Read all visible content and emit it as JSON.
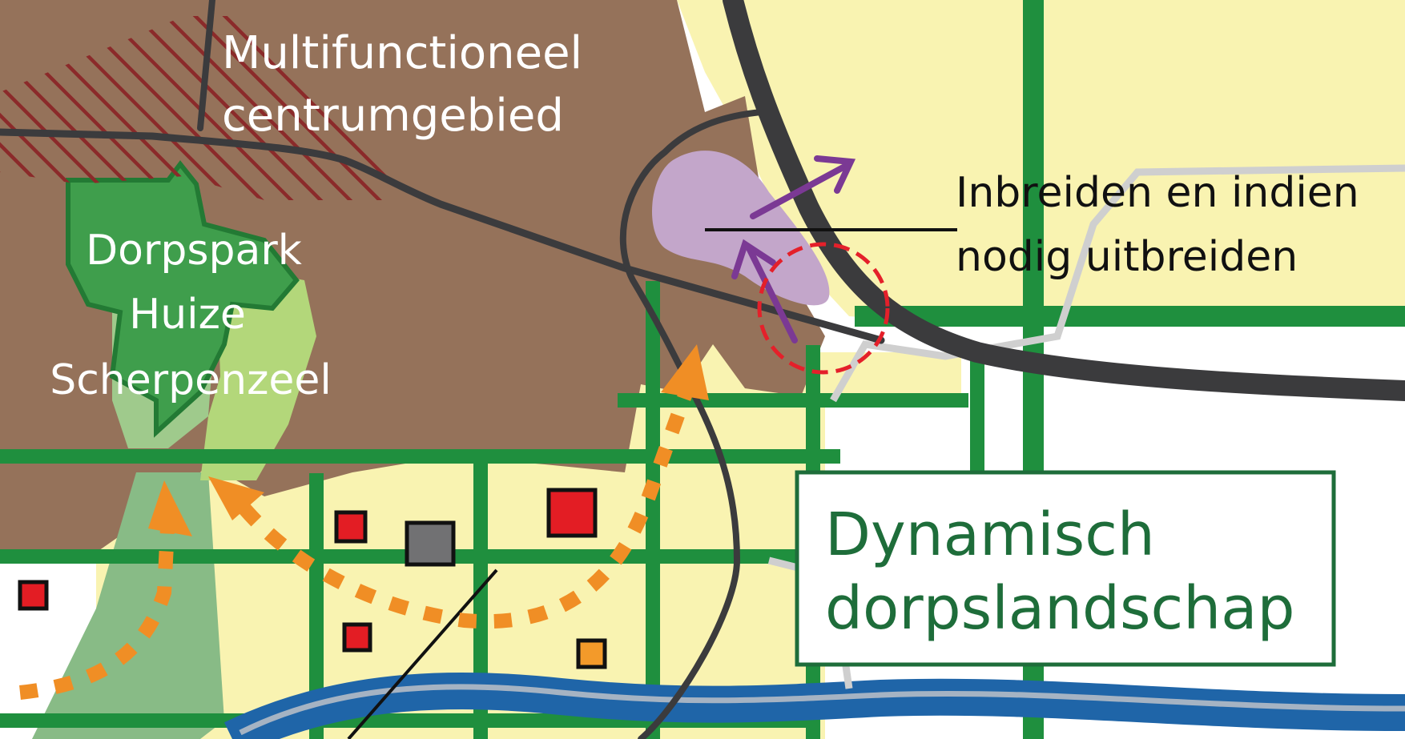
{
  "labels": {
    "centrum_line1": "Multifunctioneel",
    "centrum_line2": "centrumgebied",
    "park_line1": "Dorpspark",
    "park_line2": "Huize",
    "park_line3": "Scherpenzeel",
    "inbreiden_line1": "Inbreiden en indien",
    "inbreiden_line2": "nodig uitbreiden",
    "dynamisch_line1": "Dynamisch",
    "dynamisch_line2": "dorpslandschap"
  },
  "colors": {
    "yellow_area": "#f9f3b1",
    "brown_area": "#95725a",
    "green_road": "#1f8f3e",
    "park_green": "#3f9e4c",
    "light_green": "#b3d77a",
    "pale_green": "#9fca8c",
    "sage_green": "#88bb86",
    "lavender": "#c3a6ca",
    "purple_arrow": "#7b3994",
    "orange_route": "#f08e25",
    "dark_road": "#3b3b3d",
    "river_blue": "#1f65a8",
    "hatch_red": "#8b2a2a",
    "red_circle": "#e4202a",
    "label_green": "#1e6d3a",
    "marker_red": "#e31d24",
    "marker_grey": "#717173",
    "marker_orange": "#f39a2a"
  }
}
